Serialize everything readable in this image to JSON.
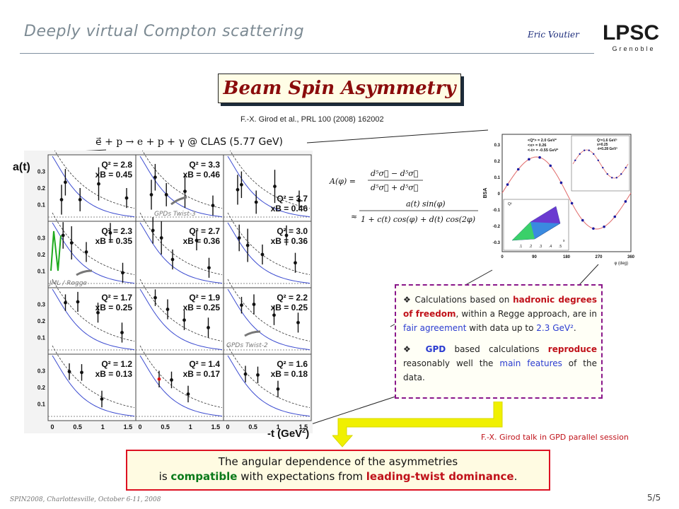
{
  "header": {
    "title": "Deeply virtual Compton scattering",
    "author": "Eric Voutier",
    "logo_text": "LPSC",
    "logo_subtext": "Grenoble"
  },
  "slide_title": "Beam Spin Asymmetry",
  "reference_top": "F.-X. Girod et al., PRL 100 (2008) 162002",
  "reaction": "@ CLAS (5.77 GeV)",
  "figure": {
    "y_label": "a(t)",
    "x_label": "-t (GeV",
    "x_label_sup": "2",
    "x_label_close": ")",
    "x_ticks": [
      "0",
      "0.5",
      "1",
      "1.5"
    ],
    "y_ticks": [
      "0.1",
      "0.2",
      "0.3"
    ],
    "annotations": [
      "GPDs Twist-3",
      "JML / Regge",
      "GPDs Twist-2"
    ],
    "panels": [
      {
        "q2": "Q² = 2.8",
        "xb": "xB = 0.45"
      },
      {
        "q2": "Q² = 3.3",
        "xb": "xB = 0.46"
      },
      {
        "q2": "Q² = 3.7",
        "xb": "xB = 0.46"
      },
      {
        "q2": "Q² = 2.3",
        "xb": "xB = 0.35"
      },
      {
        "q2": "Q² = 2.7",
        "xb": "xB = 0.36"
      },
      {
        "q2": "Q² = 3.0",
        "xb": "xB = 0.36"
      },
      {
        "q2": "Q² = 1.7",
        "xb": "xB = 0.25"
      },
      {
        "q2": "Q² = 1.9",
        "xb": "xB = 0.25"
      },
      {
        "q2": "Q² = 2.2",
        "xb": "xB = 0.25"
      },
      {
        "q2": "Q² = 1.2",
        "xb": "xB = 0.13"
      },
      {
        "q2": "Q² = 1.4",
        "xb": "xB = 0.17"
      },
      {
        "q2": "Q² = 1.6",
        "xb": "xB = 0.18"
      }
    ]
  },
  "inset": {
    "y_label": "BSA",
    "x_label": "φ (deg)",
    "x_ticks": [
      "0",
      "90",
      "180",
      "270",
      "360"
    ],
    "y_ticks": [
      "0.3",
      "0.2",
      "0.1",
      "0",
      "-0.1",
      "-0.2",
      "-0.3"
    ],
    "legend_left": [
      "<Q²> = 2.0 GeV²",
      "<x> = 0.26",
      "<-t> = -0.55 GeV²"
    ],
    "legend_right": [
      "Q²=1.6 GeV²",
      "x=0.25",
      "-t=0.28 GeV²"
    ],
    "surface_axis": "Q²",
    "surface_xticks": [
      ".1",
      ".2",
      ".3",
      ".4",
      ".5"
    ],
    "surface_xlabel": "x"
  },
  "callout": {
    "p1": [
      "Calculations based on ",
      "hadronic degrees of freedom",
      ", within a Regge approach, are in ",
      "fair agreement",
      " with data up to ",
      "2.3 GeV²",
      "."
    ],
    "p2": [
      "GPD",
      " based calculations ",
      "reproduce",
      " reasonably well the ",
      "main features",
      " of the data."
    ]
  },
  "talk_reference": "F.-X. Girod talk in GPD parallel session",
  "conclusion": {
    "line1": "The angular dependence of the asymmetries",
    "line2_a": "is ",
    "line2_b": "compatible",
    "line2_c": " with expectations from ",
    "line2_d": "leading-twist dominance",
    "line2_e": "."
  },
  "footer": {
    "left": "SPIN2008, Charlottesville, October 6-11, 2008",
    "page": "5/5"
  },
  "colors": {
    "title_text": "#8a0b0b",
    "accent_red": "#c0121a",
    "accent_blue": "#2a3bd0",
    "accent_green": "#0a7a1a",
    "callout_border": "#8a168a",
    "arrow_yellow": "#f0f000"
  }
}
